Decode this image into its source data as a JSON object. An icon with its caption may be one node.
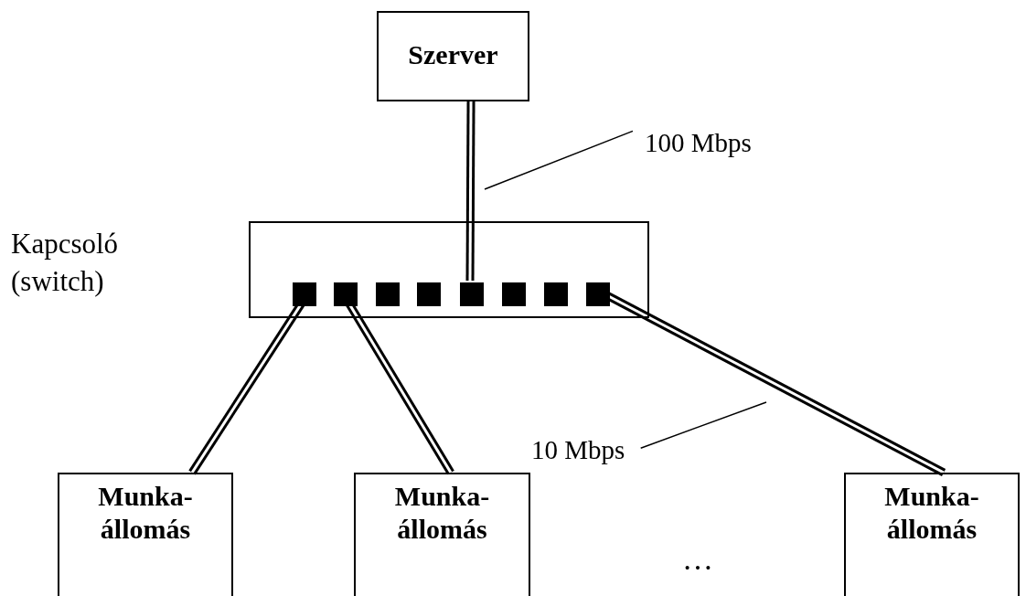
{
  "diagram": {
    "nodes": [
      {
        "text": [
          "Szerver"
        ]
      },
      {
        "text": [
          "Kapcsoló (switch)"
        ]
      },
      {
        "text": [],
        "shape": "box",
        "in": 1
      },
      {
        "text": [],
        "shape": "box",
        "in": 1
      },
      {
        "text": [],
        "shape": "box",
        "in": 1
      },
      {
        "text": [],
        "shape": "box",
        "in": 1
      },
      {
        "text": [],
        "shape": "box",
        "in": 1
      },
      {
        "text": [],
        "shape": "box",
        "in": 1
      },
      {
        "text": [],
        "shape": "box",
        "in": 1
      },
      {
        "text": [],
        "shape": "box",
        "in": 1
      },
      {
        "text": [
          "Munka- állomás"
        ]
      },
      {
        "text": [
          "Munka- állomás"
        ]
      },
      {
        "text": [
          "Munka- állomás"
        ]
      },
      {
        "text": [
          "100 Mbps"
        ]
      },
      {
        "text": [
          "10 Mbps"
        ]
      }
    ],
    "edges": [
      {
        "from": 0,
        "to": 6,
        "arrow": "none"
      },
      {
        "from": 2,
        "to": 10,
        "arrow": "none"
      },
      {
        "from": 3,
        "to": 11,
        "arrow": "none"
      },
      {
        "from": 9,
        "to": 12,
        "arrow": "none"
      },
      {
        "from": 13,
        "to": null,
        "arrow": "none"
      },
      {
        "from": 14,
        "to": null,
        "arrow": "none"
      }
    ],
    "labels": [
      "…"
    ]
  }
}
